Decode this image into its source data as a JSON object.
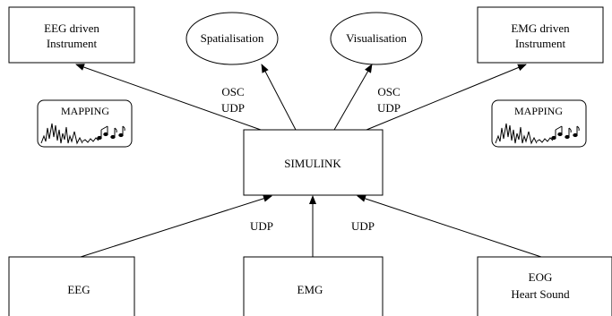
{
  "nodes": {
    "eeg_instrument": {
      "line1": "EEG driven",
      "line2": "Instrument"
    },
    "spatialisation": {
      "label": "Spatialisation"
    },
    "visualisation": {
      "label": "Visualisation"
    },
    "emg_instrument": {
      "line1": "EMG driven",
      "line2": "Instrument"
    },
    "simulink": {
      "label": "SIMULINK"
    },
    "eeg": {
      "label": "EEG"
    },
    "emg": {
      "label": "EMG"
    },
    "eog_heart": {
      "line1": "EOG",
      "line2": "Heart Sound"
    }
  },
  "mapping_left": {
    "label": "MAPPING",
    "icon": "waveform-to-music-notes-icon"
  },
  "mapping_right": {
    "label": "MAPPING",
    "icon": "waveform-to-music-notes-icon"
  },
  "edge_labels": {
    "osc_left": "OSC",
    "udp_left_top": "UDP",
    "osc_right": "OSC",
    "udp_right_top": "UDP",
    "udp_bottom_left": "UDP",
    "udp_bottom_right": "UDP"
  }
}
